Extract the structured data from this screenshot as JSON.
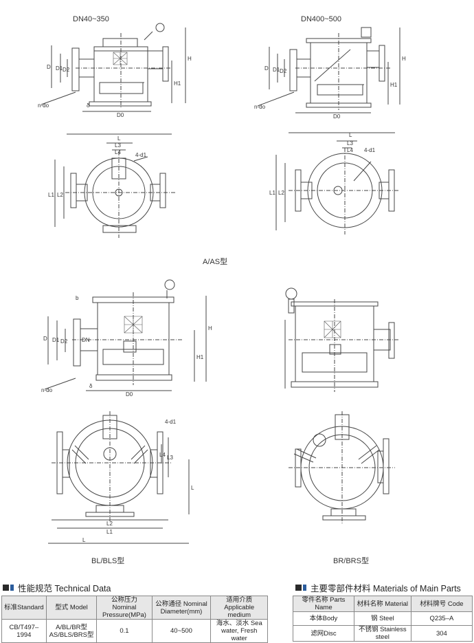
{
  "labels": {
    "dn_small": "DN40~350",
    "dn_large": "DN400~500",
    "type_a": "A/AS型",
    "type_bl": "BL/BLS型",
    "type_br": "BR/BRS型"
  },
  "dims": {
    "H": "H",
    "H1": "H1",
    "D": "D",
    "D1": "D1",
    "D2": "D2",
    "DN": "DN",
    "D0": "D0",
    "b": "b",
    "delta": "δ",
    "ndo": "n-do",
    "L": "L",
    "L1": "L1",
    "L2": "L2",
    "L3": "L3",
    "L4": "L4",
    "d1": "4-d1"
  },
  "tech": {
    "title": "性能规范 Technical  Data",
    "headers": [
      "标准Standard",
      "型式 Model",
      "公称压力 Nominal Pressure(MPa)",
      "公称通径 Nominal Diameter(mm)",
      "适用介质 Applicable medium"
    ],
    "row": [
      "CB/T497–1994",
      "A/BL/BR型 AS/BLS/BRS型",
      "0.1",
      "40~500",
      "海水、淡水 Sea water, Fresh water"
    ]
  },
  "materials": {
    "title": "主要零部件材料 Materials of Main Parts",
    "headers": [
      "零件名称 Parts Name",
      "材料名称 Material",
      "材料牌号 Code"
    ],
    "rows": [
      [
        "本体Body",
        "钢 Steel",
        "Q235–A"
      ],
      [
        "滤网Disc",
        "不锈钢 Stainless steel",
        "304"
      ]
    ]
  }
}
